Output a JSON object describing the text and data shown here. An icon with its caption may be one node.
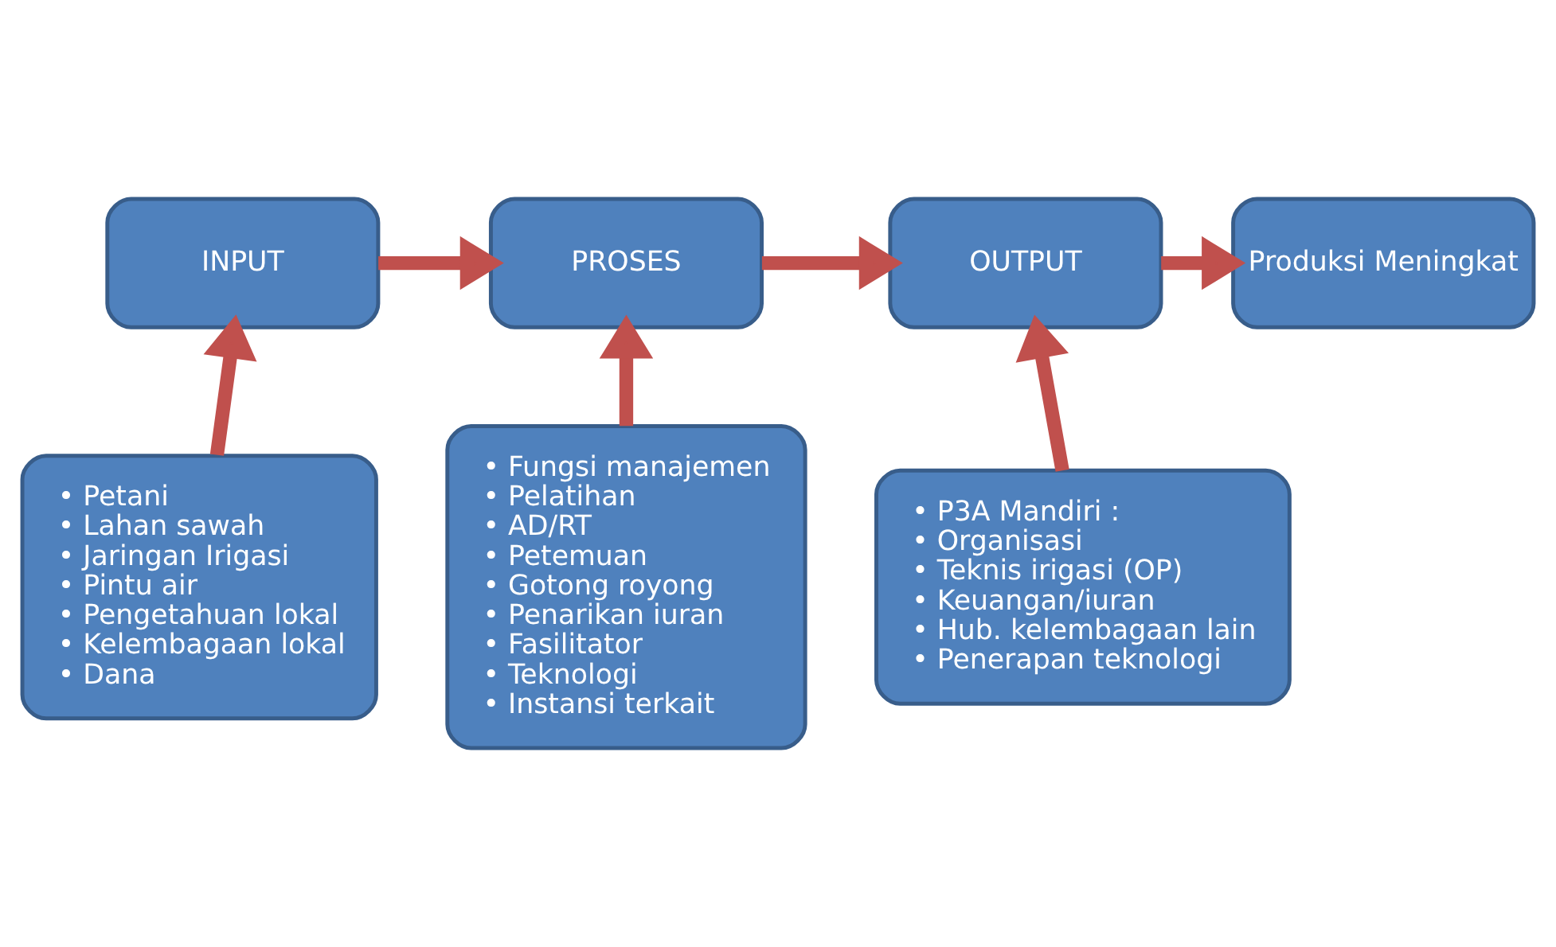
{
  "diagram": {
    "nodes": [
      {
        "text": [
          "INPUT"
        ]
      },
      {
        "text": [
          "PROSES"
        ]
      },
      {
        "text": [
          "OUTPUT"
        ]
      },
      {
        "text": [
          "Produksi Meningkat"
        ]
      },
      {
        "text": [
          "• Petani",
          "• Lahan sawah",
          "• Jaringan Irigasi",
          "• Pintu air",
          "• Pengetahuan lokal",
          "• Kelembagaan lokal",
          "• Dana"
        ]
      },
      {
        "text": [
          "• Fungsi manajemen",
          "• Pelatihan",
          "• AD/RT",
          "• Petemuan",
          "• Gotong royong",
          "• Penarikan iuran",
          "• Fasilitator",
          "• Teknologi",
          "• Instansi terkait"
        ]
      },
      {
        "text": [
          "• P3A Mandiri :",
          "• Organisasi",
          "• Teknis irigasi (OP)",
          "• Keuangan/iuran",
          "• Hub. kelembagaan lain",
          "• Penerapan teknologi"
        ]
      }
    ],
    "edges": [
      {
        "from": 0,
        "to": 1,
        "arrow": "to"
      },
      {
        "from": 1,
        "to": 2,
        "arrow": "to"
      },
      {
        "from": 2,
        "to": 3,
        "arrow": "to"
      },
      {
        "from": 4,
        "to": 0,
        "arrow": "to"
      },
      {
        "from": 5,
        "to": 1,
        "arrow": "to"
      },
      {
        "from": 6,
        "to": 2,
        "arrow": "to"
      }
    ]
  }
}
